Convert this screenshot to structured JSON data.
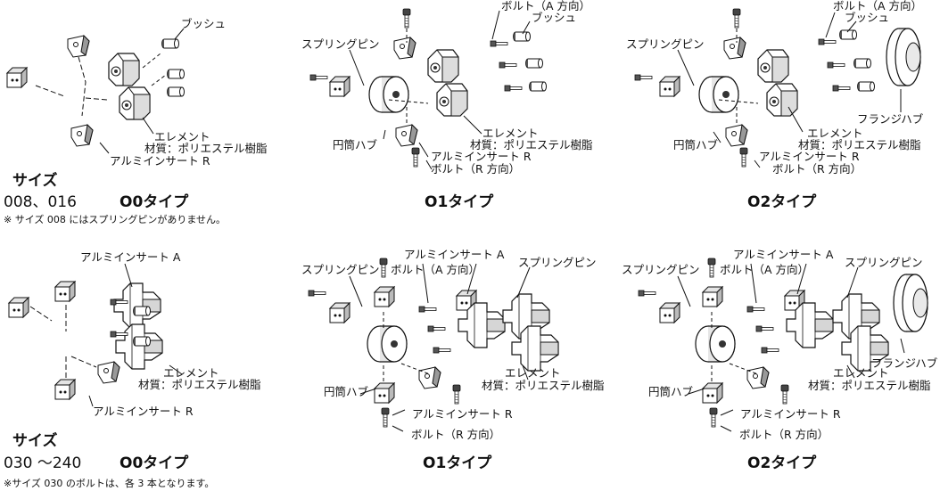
{
  "panels": [
    {
      "type_label": "O0タイプ",
      "size_heading": "サイズ",
      "size_range": "008、016",
      "note": "※ サイズ 008 にはスプリングピンがありません。",
      "labels": {
        "bush": "ブッシュ",
        "element": "エレメント",
        "material": "材質：ポリエステル樹脂",
        "insert_r": "アルミインサート R"
      }
    },
    {
      "type_label": "O1タイプ",
      "labels": {
        "bolt_a": "ボルト（A 方向）",
        "bush": "ブッシュ",
        "spring_pin": "スプリングピン",
        "element": "エレメント",
        "material": "材質：ポリエステル樹脂",
        "hub": "円筒ハブ",
        "insert_r": "アルミインサート R",
        "bolt_r": "ボルト（R 方向）"
      }
    },
    {
      "type_label": "O2タイプ",
      "labels": {
        "bolt_a": "ボルト（A 方向）",
        "bush": "ブッシュ",
        "spring_pin": "スプリングピン",
        "flange_hub": "フランジハブ",
        "element": "エレメント",
        "material": "材質：ポリエステル樹脂",
        "hub": "円筒ハブ",
        "insert_r": "アルミインサート R",
        "bolt_r": "ボルト（R 方向）"
      }
    },
    {
      "type_label": "O0タイプ",
      "size_heading": "サイズ",
      "size_range": "030 ～240",
      "note": "※サイズ 030 のボルトは、各 3 本となります。",
      "labels": {
        "insert_a": "アルミインサート A",
        "element": "エレメント",
        "material": "材質：ポリエステル樹脂",
        "insert_r": "アルミインサート R"
      }
    },
    {
      "type_label": "O1タイプ",
      "labels": {
        "insert_a": "アルミインサート A",
        "spring_pin_left": "スプリングピン",
        "bolt_a": "ボルト（A 方向）",
        "spring_pin_right": "スプリングピン",
        "element": "エレメント",
        "material": "材質：ポリエステル樹脂",
        "hub": "円筒ハブ",
        "insert_r": "アルミインサート R",
        "bolt_r": "ボルト（R 方向）"
      }
    },
    {
      "type_label": "O2タイプ",
      "labels": {
        "insert_a": "アルミインサート A",
        "spring_pin_left": "スプリングピン",
        "bolt_a": "ボルト（A 方向）",
        "spring_pin_right": "スプリングピン",
        "flange_hub": "フランジハブ",
        "element": "エレメント",
        "material": "材質：ポリエステル樹脂",
        "hub": "円筒ハブ",
        "insert_r": "アルミインサート R",
        "bolt_r": "ボルト（R 方向）"
      }
    }
  ]
}
